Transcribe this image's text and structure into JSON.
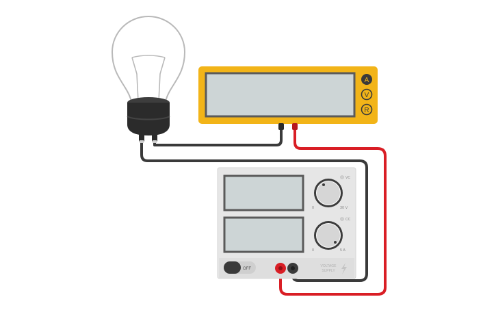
{
  "multimeter": {
    "modes": [
      "A",
      "V",
      "R"
    ],
    "body_color": "#f2b418",
    "screen_color": "#cdd5d6"
  },
  "power_supply": {
    "voltage_channel": {
      "indicator": "VC",
      "min_label": "0",
      "max_label": "30 V"
    },
    "current_channel": {
      "indicator": "CC",
      "min_label": "0",
      "max_label": "5 A"
    },
    "power_switch_label": "OFF",
    "brand_line1": "VOLTAGE",
    "brand_line2": "SUPPLY",
    "lightning_icon": "lightning-icon"
  },
  "bulb": {
    "icon": "light-bulb-icon"
  },
  "wires": {
    "red": "#d91e25",
    "black": "#3a3a3a"
  }
}
